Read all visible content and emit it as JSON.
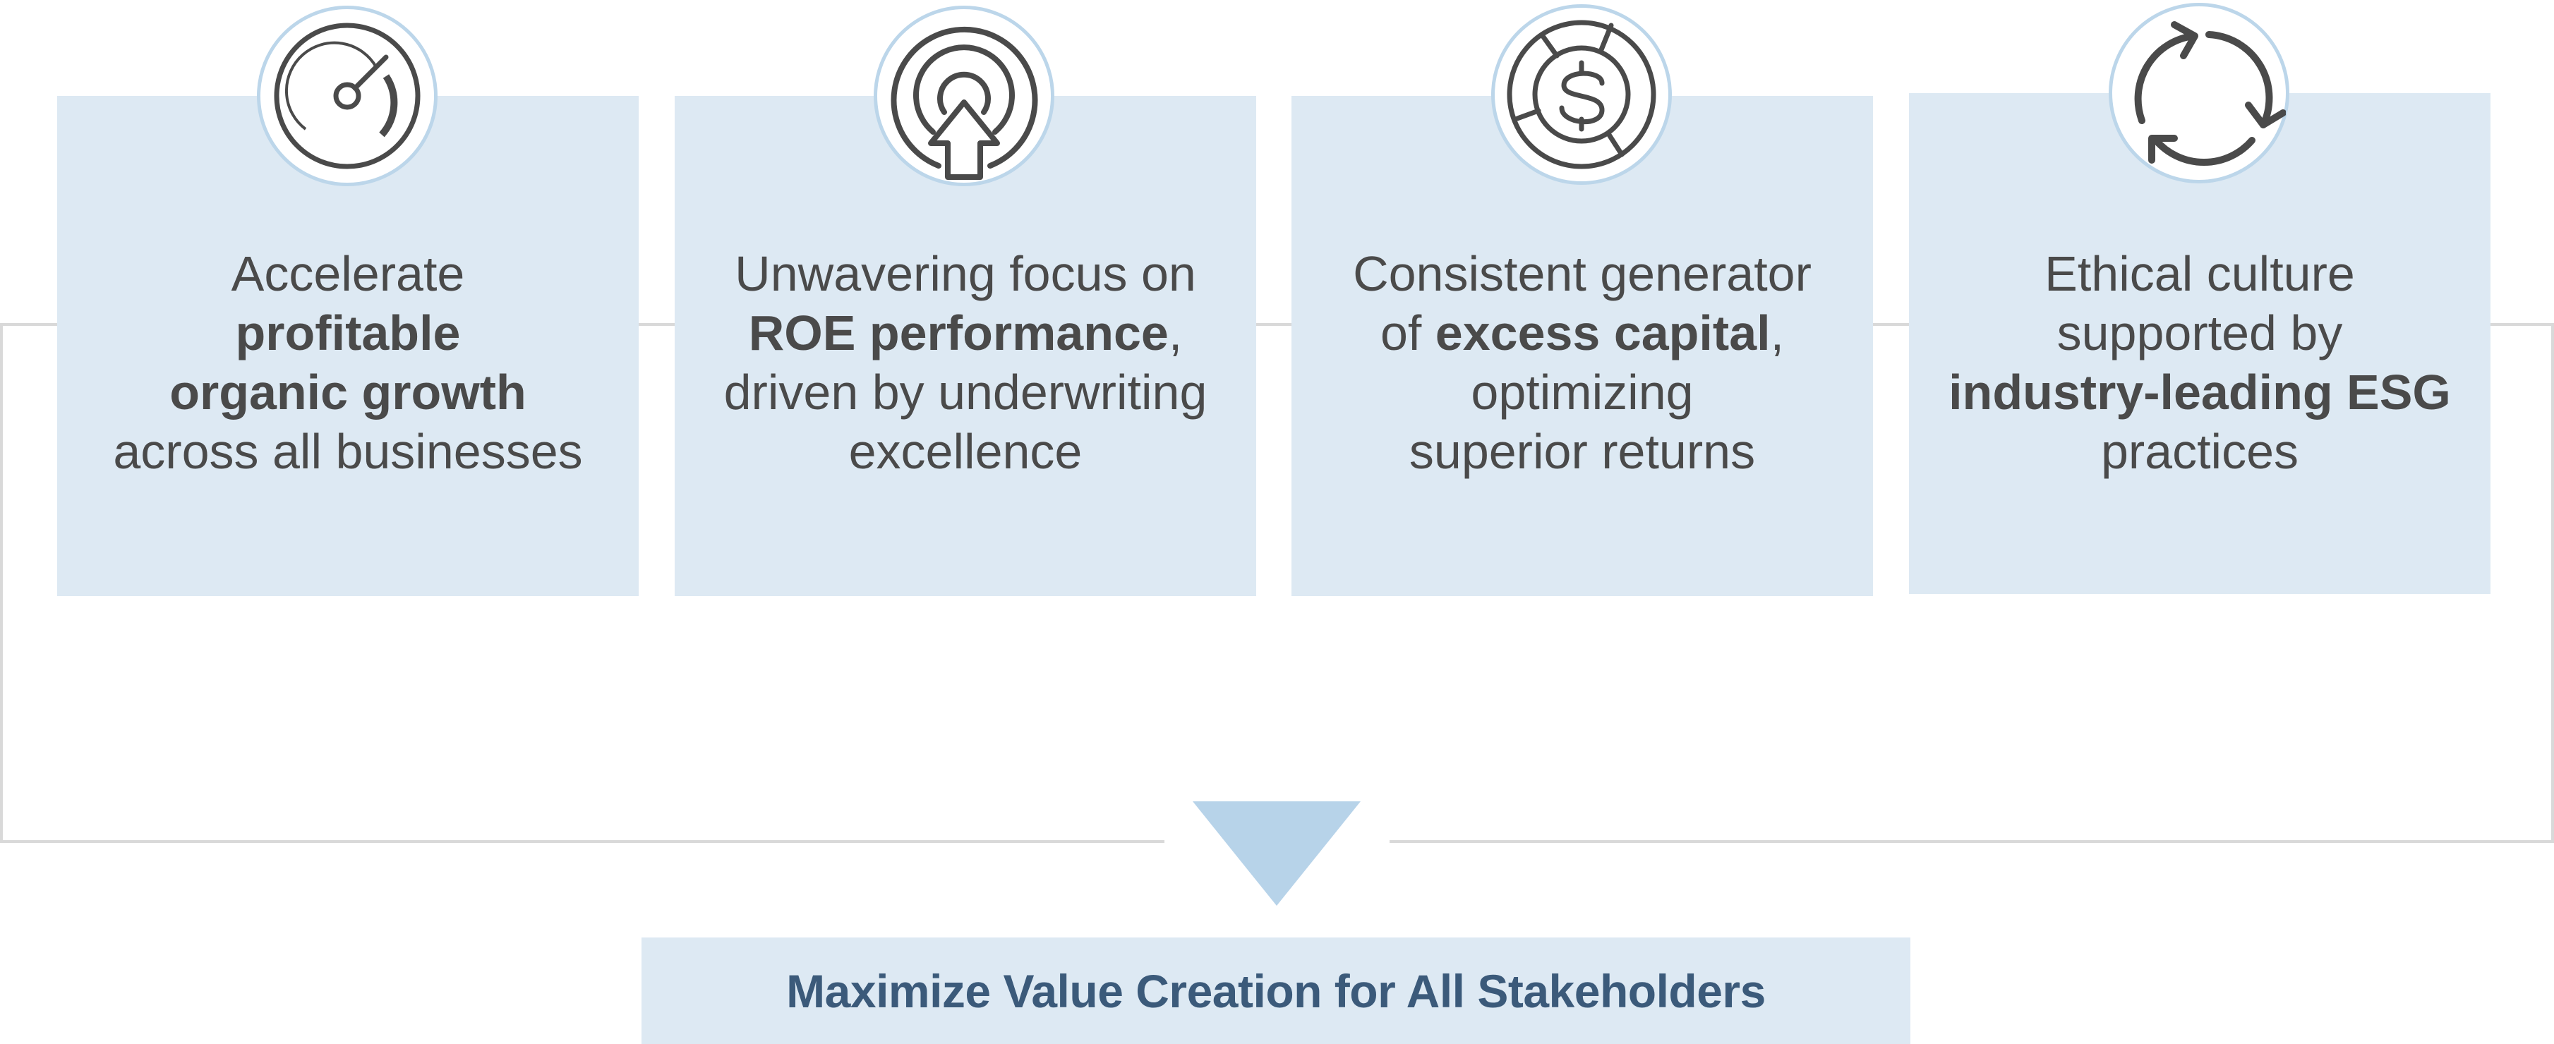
{
  "pillars": [
    {
      "icon": "speedometer-icon",
      "lines": [
        {
          "parts": [
            {
              "text": "Accelerate",
              "bold": false
            }
          ]
        },
        {
          "parts": [
            {
              "text": "profitable",
              "bold": true
            }
          ]
        },
        {
          "parts": [
            {
              "text": "organic growth",
              "bold": true
            }
          ]
        },
        {
          "parts": [
            {
              "text": "across all businesses",
              "bold": false
            }
          ]
        }
      ]
    },
    {
      "icon": "target-arrow-up-icon",
      "lines": [
        {
          "parts": [
            {
              "text": "Unwavering focus on",
              "bold": false
            }
          ]
        },
        {
          "parts": [
            {
              "text": "ROE performance",
              "bold": true
            },
            {
              "text": ",",
              "bold": false
            }
          ]
        },
        {
          "parts": [
            {
              "text": "driven by underwriting",
              "bold": false
            }
          ]
        },
        {
          "parts": [
            {
              "text": "excellence",
              "bold": false
            }
          ]
        }
      ]
    },
    {
      "icon": "dollar-coin-chart-icon",
      "lines": [
        {
          "parts": [
            {
              "text": "Consistent generator",
              "bold": false
            }
          ]
        },
        {
          "parts": [
            {
              "text": "of ",
              "bold": false
            },
            {
              "text": "excess capital",
              "bold": true
            },
            {
              "text": ",",
              "bold": false
            }
          ]
        },
        {
          "parts": [
            {
              "text": "optimizing",
              "bold": false
            }
          ]
        },
        {
          "parts": [
            {
              "text": "superior returns",
              "bold": false
            }
          ]
        }
      ]
    },
    {
      "icon": "cycle-arrows-icon",
      "lines": [
        {
          "parts": [
            {
              "text": "Ethical culture",
              "bold": false
            }
          ]
        },
        {
          "parts": [
            {
              "text": "supported by",
              "bold": false
            }
          ]
        },
        {
          "parts": [
            {
              "text": "industry-leading ESG",
              "bold": true
            }
          ]
        },
        {
          "parts": [
            {
              "text": "practices",
              "bold": false
            }
          ]
        }
      ]
    }
  ],
  "outcome": {
    "label": "Maximize Value Creation for All Stakeholders"
  },
  "colors": {
    "card_fill": "#dde9f3",
    "badge_ring": "#bcd6ea",
    "arrow_fill": "#b7d3e9",
    "icon_stroke": "#4a4a4a",
    "body_text": "#4a4a4a",
    "outcome_text": "#3b5a7a",
    "connector": "#d9d9d9"
  }
}
